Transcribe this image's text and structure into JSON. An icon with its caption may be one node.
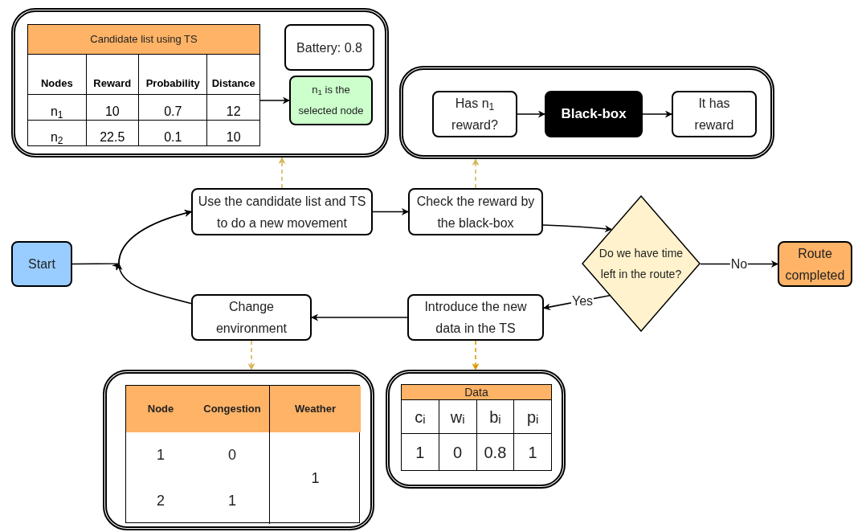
{
  "diagram": {
    "nodes": [
      {
        "text": [],
        "shape": "box"
      },
      {
        "text": [
          "Candidate list using TS"
        ],
        "in": 0
      },
      {
        "text": [
          "Battery: 0.8"
        ],
        "in": 0
      },
      {
        "text": [
          "n$_{1}$ is the selected node"
        ],
        "in": 0
      },
      {
        "text": [],
        "shape": "box"
      },
      {
        "text": [
          "Has n$_{1}$ reward?"
        ],
        "in": 4
      },
      {
        "text": [
          "Black-box"
        ],
        "in": 4
      },
      {
        "text": [
          "It has reward"
        ],
        "in": 4
      },
      {
        "text": [
          "Start"
        ]
      },
      {
        "text": [
          "Use the candidate list and TS to do a new movement"
        ]
      },
      {
        "text": [
          "Check the reward by the black-box"
        ]
      },
      {
        "text": [
          "Do we have time left in the route?"
        ]
      },
      {
        "text": [
          "Route completed"
        ]
      },
      {
        "text": [
          "Introduce the new data in the TS"
        ]
      },
      {
        "text": [
          "Change environment"
        ]
      },
      {
        "text": [],
        "shape": "box"
      },
      {
        "text": [],
        "shape": "box"
      },
      {
        "text": [
          "Data"
        ],
        "in": 16
      }
    ],
    "edges": [
      {
        "from": 1,
        "to": 3,
        "arrow": "to"
      },
      {
        "from": 5,
        "to": 6,
        "arrow": "to"
      },
      {
        "from": 6,
        "to": 7,
        "arrow": "to"
      },
      {
        "from": 8,
        "to": 9,
        "arrow": "to"
      },
      {
        "from": 9,
        "to": 10,
        "arrow": "to"
      },
      {
        "from": 10,
        "to": 11,
        "arrow": "to"
      },
      {
        "from": 11,
        "to": 12,
        "arrow": "to",
        "label": "No"
      },
      {
        "from": 11,
        "to": 13,
        "arrow": "to",
        "label": "Yes"
      },
      {
        "from": 13,
        "to": 14,
        "arrow": "to"
      },
      {
        "from": 14,
        "to": 9,
        "arrow": "to"
      },
      {
        "from": 9,
        "to": 0,
        "arrow": "to",
        "style": "dashed",
        "color": "#d6b656"
      },
      {
        "from": 10,
        "to": 4,
        "arrow": "to",
        "style": "dashed",
        "color": "#d6b656"
      },
      {
        "from": 14,
        "to": 15,
        "arrow": "to",
        "style": "dashed",
        "color": "#d6b656"
      },
      {
        "from": 13,
        "to": 16,
        "arrow": "to",
        "style": "dashed",
        "color": "#d79b00"
      }
    ],
    "labels": [
      "Nodes",
      "Reward",
      "Probability",
      "Distance",
      "n$_{1}$",
      "10",
      "0.7",
      "12",
      "n$_{2}$",
      "22.5",
      "0.1",
      "10",
      "Node",
      "Congestion",
      "Weather",
      "1",
      "0",
      "1",
      "2",
      "1",
      "c$_{i}$",
      "w$_{i}$",
      "b$_{i}$",
      "p$_{i}$",
      "1",
      "0",
      "0.8",
      "1"
    ]
  }
}
